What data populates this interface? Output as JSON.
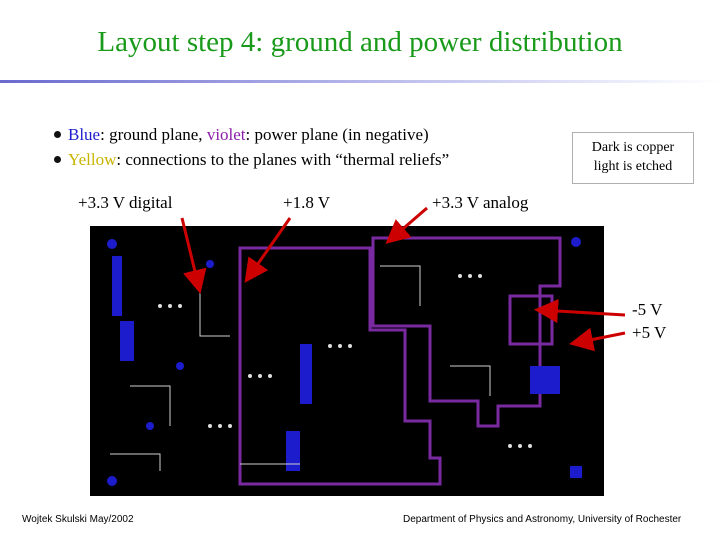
{
  "title": "Layout step 4: ground and power distribution",
  "bullets": [
    {
      "w1": "Blue",
      "t1": ": ground plane, ",
      "w2": "violet",
      "t2": ": power plane (in negative)"
    },
    {
      "w1": "Yellow",
      "t1": ": connections to the planes with “thermal reliefs”"
    }
  ],
  "note": {
    "line1": "Dark is copper",
    "line2": "light is etched"
  },
  "labels": {
    "digital": "+3.3 V digital",
    "v18": "+1.8 V",
    "analog": "+3.3 V analog",
    "minus5": "-5 V",
    "plus5": "+5 V"
  },
  "footer": {
    "left": "Wojtek Skulski May/2002",
    "right": "Department of Physics and Astronomy, University of Rochester"
  },
  "colors": {
    "title": "#1a9a1a",
    "arrow": "#cc0000",
    "board": "#000000",
    "plane": "#7a2aa0",
    "pads": "#1c1ccc"
  }
}
